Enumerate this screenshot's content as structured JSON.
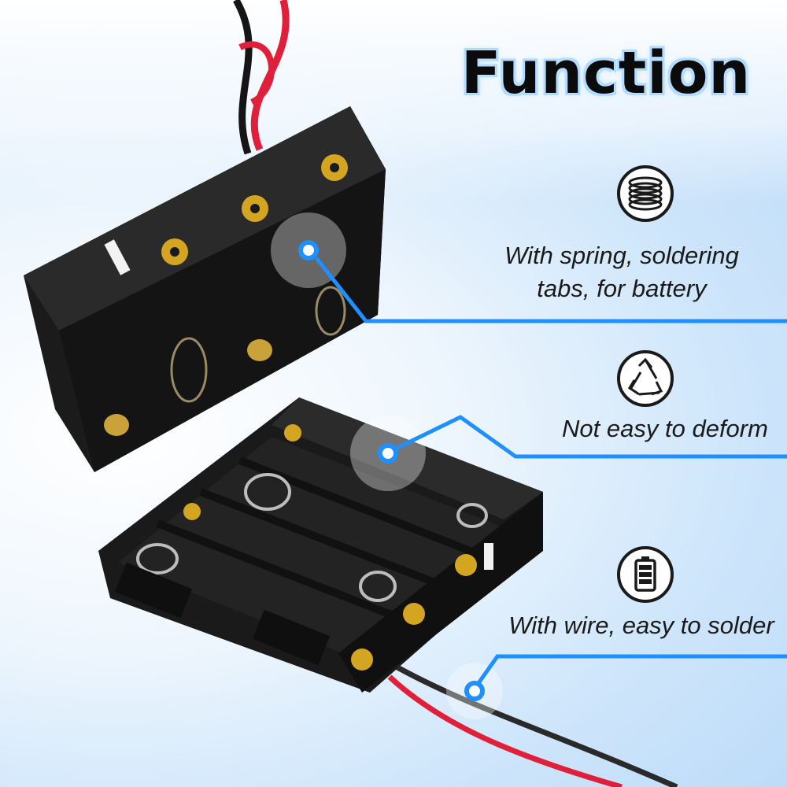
{
  "header": {
    "title": "Function"
  },
  "features": [
    {
      "icon": "spring-icon",
      "line1": "With spring, soldering",
      "line2": "tabs, for battery"
    },
    {
      "icon": "recycle-icon",
      "line1": "Not easy to deform"
    },
    {
      "icon": "battery-icon",
      "line1": "With wire, easy to solder"
    }
  ],
  "colors": {
    "accent": "#1e90ff",
    "title_glow": "#a9d6ff",
    "holder": "#1b1b1b",
    "gold": "#d4a521",
    "wire_red": "#e0203a"
  }
}
